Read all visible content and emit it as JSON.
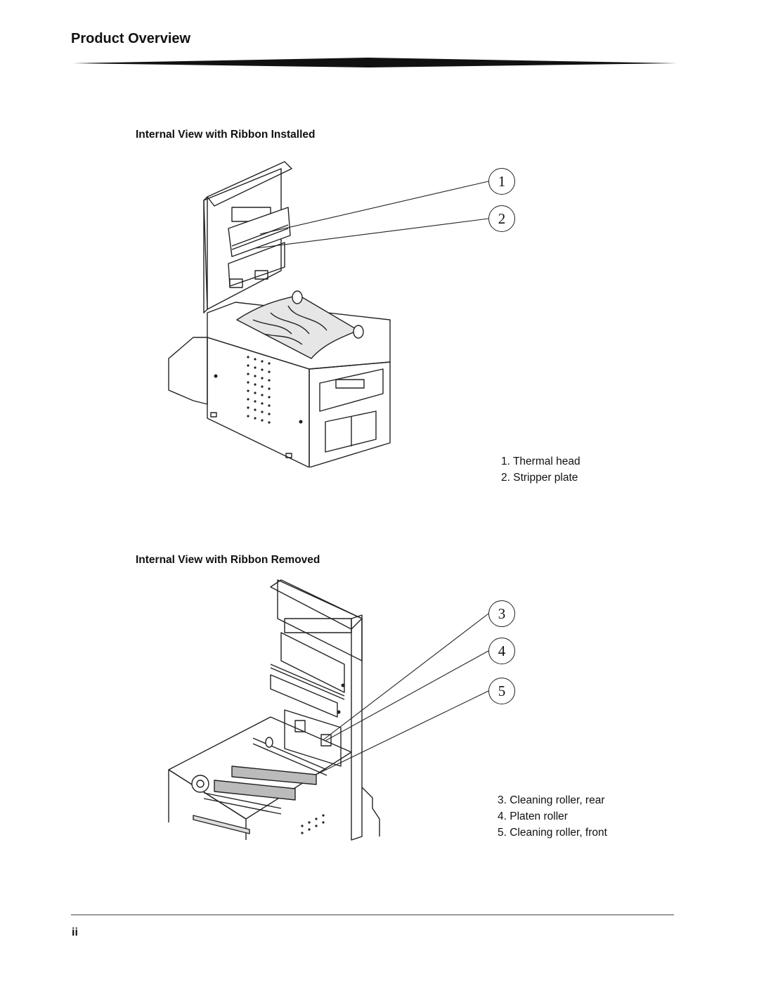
{
  "header": {
    "title": "Product Overview"
  },
  "section1": {
    "heading": "Internal View with Ribbon Installed",
    "callouts": [
      "1",
      "2"
    ],
    "legend": [
      "1. Thermal head",
      "2. Stripper plate"
    ]
  },
  "section2": {
    "heading": "Internal View with Ribbon Removed",
    "callouts": [
      "3",
      "4",
      "5"
    ],
    "legend": [
      "3. Cleaning roller, rear",
      "4. Platen roller",
      "5. Cleaning roller, front"
    ]
  },
  "footer": {
    "page_number": "ii"
  }
}
